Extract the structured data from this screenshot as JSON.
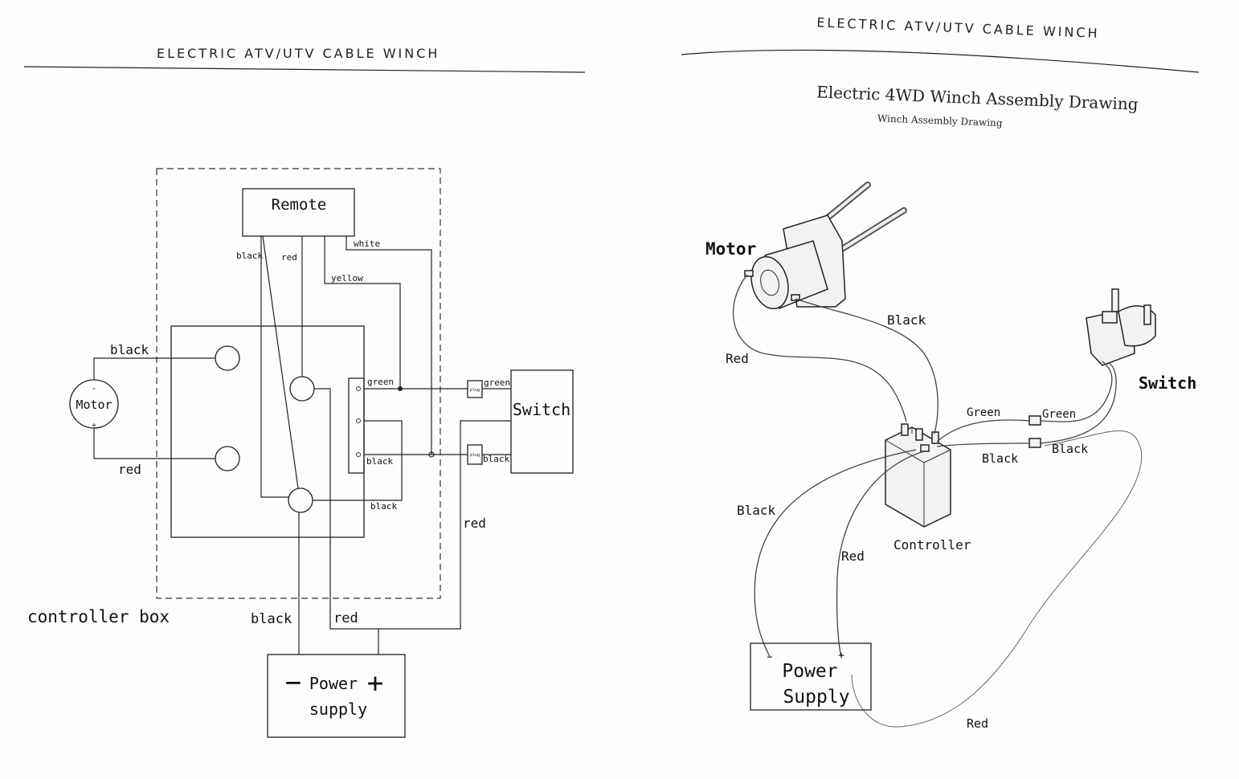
{
  "left_page": {
    "header": "ELECTRIC ATV/UTV CABLE WINCH",
    "remote": "Remote",
    "motor": "Motor",
    "motor_minus": "-",
    "motor_plus": "+",
    "switch": "Switch",
    "controller_box": "controller box",
    "power_line1": "Power",
    "power_line2": "supply",
    "power_minus": "−",
    "power_plus": "+",
    "plug": "plug",
    "wires": {
      "black_top": "black",
      "red_top": "red",
      "white": "white",
      "yellow": "yellow",
      "motor_black": "black",
      "motor_red": "red",
      "green_inner": "green",
      "green_switch": "green",
      "black_inner": "black",
      "black_switch": "black",
      "black_lower": "black",
      "red_right": "red",
      "black_bottom": "black",
      "red_bottom": "red"
    }
  },
  "right_page": {
    "header": "ELECTRIC ATV/UTV CABLE WINCH",
    "title": "Electric 4WD Winch Assembly Drawing",
    "subtitle": "Winch Assembly Drawing",
    "motor": "Motor",
    "switch": "Switch",
    "controller": "Controller",
    "power_line1": "Power",
    "power_line2": "Supply",
    "power_minus": "−",
    "power_plus": "+",
    "wires": {
      "black_motor": "Black",
      "red_motor": "Red",
      "green_left": "Green",
      "green_right": "Green",
      "black_left": "Black",
      "black_right": "Black",
      "black_power": "Black",
      "red_power": "Red",
      "red_bottom": "Red"
    }
  }
}
